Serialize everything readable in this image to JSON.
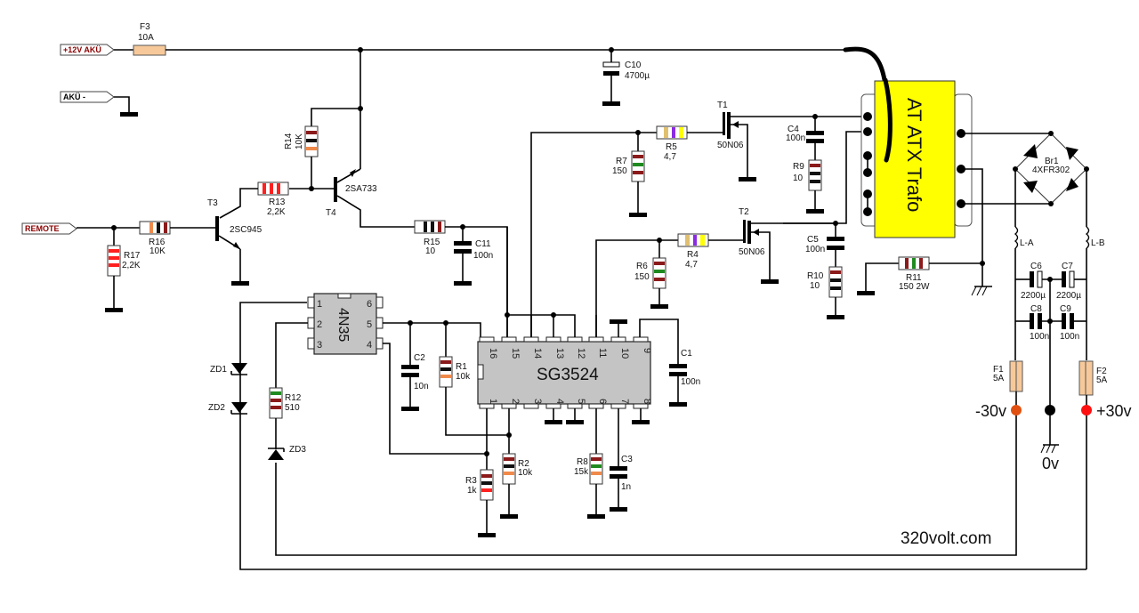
{
  "title_site": "320volt.com",
  "ports": {
    "plus12": {
      "label": "+12V AKÜ",
      "color": "#8b0000"
    },
    "minus": {
      "label": "AKÜ -",
      "color": "#000000"
    },
    "remote": {
      "label": "REMOTE",
      "color": "#8b0000"
    }
  },
  "components": {
    "F3": {
      "ref": "F3",
      "value": "10A"
    },
    "C10": {
      "ref": "C10",
      "value": "4700µ"
    },
    "R14": {
      "ref": "R14",
      "value": "10K",
      "bands": [
        "#8b1a1a",
        "#111111",
        "#f08a4b"
      ]
    },
    "R13": {
      "ref": "R13",
      "value": "2,2K",
      "bands": [
        "#ff2020",
        "#ff2020",
        "#ff2020"
      ]
    },
    "R16": {
      "ref": "R16",
      "value": "10K",
      "bands": [
        "#f08a4b",
        "#111111",
        "#8b1a1a"
      ]
    },
    "R17": {
      "ref": "R17",
      "value": "2,2K",
      "bands": [
        "#ff2020",
        "#ff2020",
        "#ff2020"
      ]
    },
    "T3": {
      "ref": "T3",
      "value": "2SC945"
    },
    "T4": {
      "ref": "T4",
      "value": "2SA733"
    },
    "R15": {
      "ref": "R15",
      "value": "10",
      "bands": [
        "#111111",
        "#111111",
        "#8b1a1a"
      ]
    },
    "C11": {
      "ref": "C11",
      "value": "100n"
    },
    "R7": {
      "ref": "R7",
      "value": "150",
      "bands": [
        "#8b1a1a",
        "#1f8a1f",
        "#8b1a1a"
      ]
    },
    "R5": {
      "ref": "R5",
      "value": "4,7",
      "bands": [
        "#e0c070",
        "#8a2be2",
        "#ffff00"
      ]
    },
    "T1": {
      "ref": "T1",
      "value": "50N06"
    },
    "C4": {
      "ref": "C4",
      "value": "100n"
    },
    "R9": {
      "ref": "R9",
      "value": "10",
      "bands": [
        "#8b1a1a",
        "#111111",
        "#111111"
      ]
    },
    "T2": {
      "ref": "T2",
      "value": "50N06"
    },
    "R6": {
      "ref": "R6",
      "value": "150",
      "bands": [
        "#8b1a1a",
        "#1f8a1f",
        "#8b1a1a"
      ]
    },
    "R4": {
      "ref": "R4",
      "value": "4,7",
      "bands": [
        "#e0c070",
        "#8a2be2",
        "#ffff00"
      ]
    },
    "C5": {
      "ref": "C5",
      "value": "100n"
    },
    "R10": {
      "ref": "R10",
      "value": "10",
      "bands": [
        "#8b1a1a",
        "#111111",
        "#111111"
      ]
    },
    "R11": {
      "ref": "R11",
      "value": "150 2W",
      "bands": [
        "#8b1a1a",
        "#1f8a1f",
        "#8b1a1a"
      ]
    },
    "TR": {
      "label": "AT ATX Trafo",
      "color": "#ffff00"
    },
    "Br1": {
      "ref": "Br1",
      "value": "4XFR302"
    },
    "LA": {
      "ref": "L-A"
    },
    "LB": {
      "ref": "L-B"
    },
    "C6": {
      "ref": "C6",
      "value": "2200µ"
    },
    "C7": {
      "ref": "C7",
      "value": "2200µ"
    },
    "C8": {
      "ref": "C8",
      "value": "100n"
    },
    "C9": {
      "ref": "C9",
      "value": "100n"
    },
    "F1": {
      "ref": "F1",
      "value": "5A"
    },
    "F2": {
      "ref": "F2",
      "value": "5A"
    },
    "U4N35": {
      "ref": "4N35",
      "pins_left": [
        "1",
        "2",
        "3"
      ],
      "pins_right": [
        "6",
        "5",
        "4"
      ]
    },
    "SG": {
      "ref": "SG3524",
      "pins_top": [
        "16",
        "15",
        "14",
        "13",
        "12",
        "11",
        "10",
        "9"
      ],
      "pins_bottom": [
        "1",
        "2",
        "3",
        "4",
        "5",
        "6",
        "7",
        "8"
      ]
    },
    "C2": {
      "ref": "C2",
      "value": "10n"
    },
    "R1": {
      "ref": "R1",
      "value": "10k",
      "bands": [
        "#8b1a1a",
        "#111111",
        "#f08a4b"
      ]
    },
    "R12": {
      "ref": "R12",
      "value": "510",
      "bands": [
        "#1f8a1f",
        "#8b1a1a",
        "#8b1a1a"
      ]
    },
    "ZD1": {
      "ref": "ZD1"
    },
    "ZD2": {
      "ref": "ZD2"
    },
    "ZD3": {
      "ref": "ZD3"
    },
    "R3": {
      "ref": "R3",
      "value": "1k",
      "bands": [
        "#8b1a1a",
        "#111111",
        "#ff2020"
      ]
    },
    "R2": {
      "ref": "R2",
      "value": "10k",
      "bands": [
        "#8b1a1a",
        "#111111",
        "#f08a4b"
      ]
    },
    "R8": {
      "ref": "R8",
      "value": "15k",
      "bands": [
        "#8b1a1a",
        "#1f8a1f",
        "#f08a4b"
      ]
    },
    "C3": {
      "ref": "C3",
      "value": "1n"
    },
    "C1": {
      "ref": "C1",
      "value": "100n"
    }
  },
  "outputs": {
    "neg": {
      "label": "-30v",
      "color": "#e05010"
    },
    "zero": {
      "label": "0v",
      "color": "#000000"
    },
    "pos": {
      "label": "+30v",
      "color": "#ff1010"
    }
  }
}
